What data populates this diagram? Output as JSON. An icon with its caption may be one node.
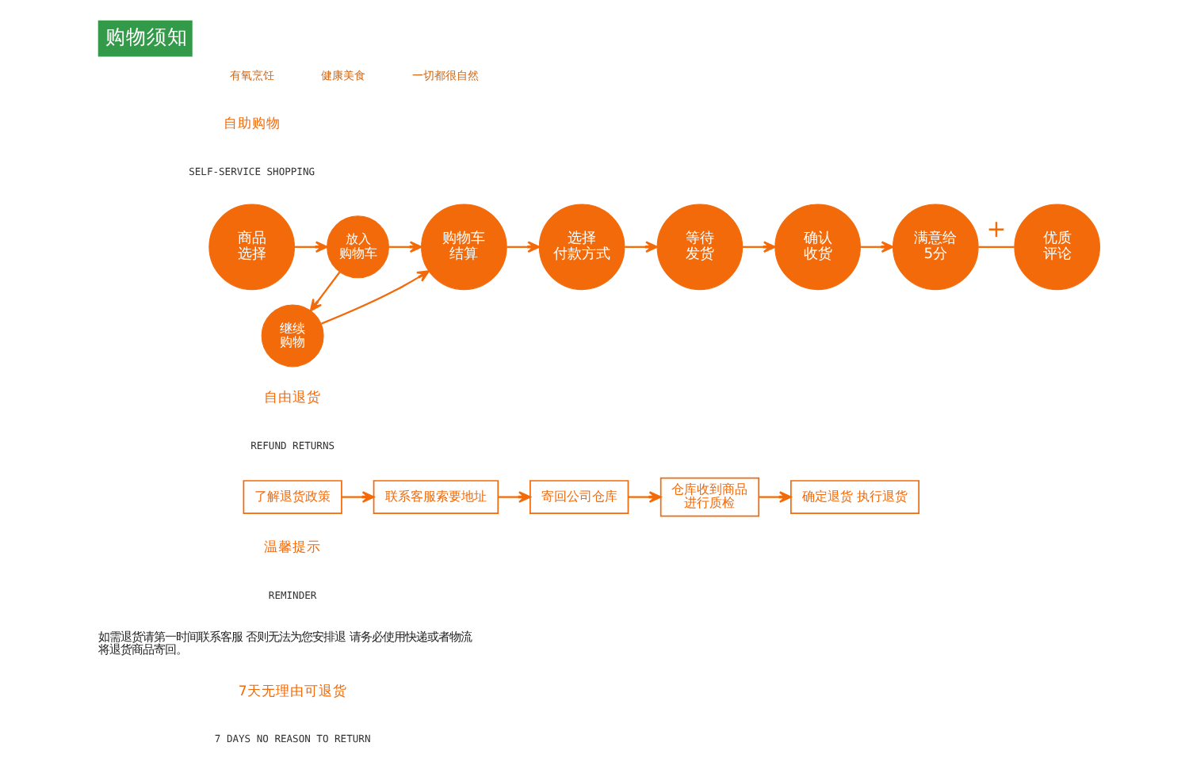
{
  "diagram": {
    "title": "购物须知",
    "nodes": [
      {
        "text": [
          "商品选择"
        ]
      },
      {
        "text": [
          "放入购物车"
        ]
      },
      {
        "text": [
          "继续购物"
        ]
      },
      {
        "text": [
          "购物车结算"
        ]
      },
      {
        "text": [
          "选择付款方式"
        ]
      },
      {
        "text": [
          "等待发货"
        ]
      },
      {
        "text": [
          "确认收货"
        ]
      },
      {
        "text": [
          "满意给5分"
        ]
      },
      {
        "text": [
          "优质评论"
        ]
      },
      {
        "text": [
          "了解退货政策"
        ]
      },
      {
        "text": [
          "联系客服索要地址"
        ]
      },
      {
        "text": [
          "寄回公司仓库"
        ]
      },
      {
        "text": [
          "仓库收到商品进行质检"
        ]
      },
      {
        "text": [
          "确定退货 执行退货"
        ]
      }
    ],
    "edges": [
      {
        "from": 0,
        "to": 1,
        "arrow": "to"
      },
      {
        "from": 1,
        "to": 2,
        "arrow": "to"
      },
      {
        "from": 1,
        "to": 3,
        "arrow": "to"
      },
      {
        "from": 2,
        "to": 3,
        "arrow": "to"
      },
      {
        "from": 3,
        "to": 4,
        "arrow": "to"
      },
      {
        "from": 4,
        "to": 5,
        "arrow": "to"
      },
      {
        "from": 5,
        "to": 6,
        "arrow": "to"
      },
      {
        "from": 6,
        "to": 7,
        "arrow": "to"
      },
      {
        "from": 7,
        "to": 8,
        "label": "+",
        "arrow": "none"
      },
      {
        "from": 9,
        "to": 10,
        "arrow": "to"
      },
      {
        "from": 10,
        "to": 11,
        "arrow": "to"
      },
      {
        "from": 11,
        "to": 12,
        "arrow": "to"
      },
      {
        "from": 12,
        "to": 13,
        "arrow": "to"
      }
    ],
    "labels": [
      "有氧烹饪",
      "健康美食",
      "一切都很自然",
      "自助购物",
      "SELF-SERVICE SHOPPING",
      "自由退货",
      "REFUND RETURNS",
      "温馨提示",
      "REMINDER",
      "如需退货请第一时间联系客服 否则无法为您安排退 请务必使用快递或者物流将退货商品寄回。",
      "7天无理由可退货",
      "7 DAYS NO REASON TO RETURN"
    ]
  }
}
